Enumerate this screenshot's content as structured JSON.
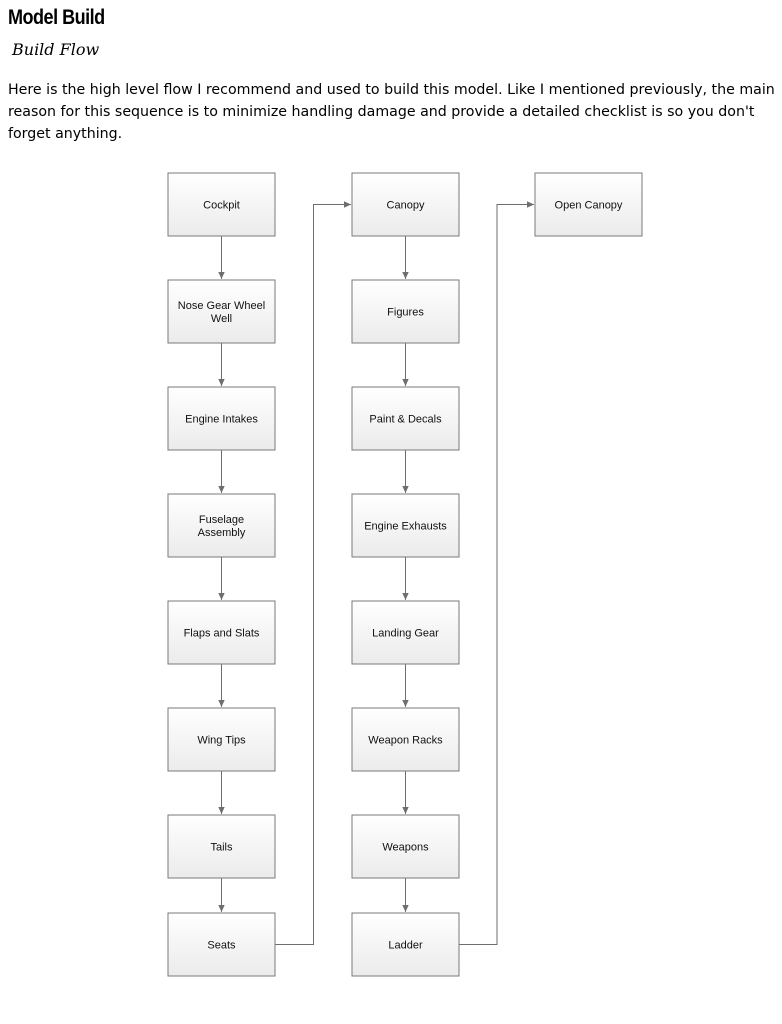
{
  "page": {
    "title": "Model Build",
    "subtitle": "Build Flow",
    "intro": "Here is the high level flow I recommend and used to build this model. Like I mentioned previously, the main reason for this sequence is to minimize handling damage and provide a detailed checklist is so you don't forget anything."
  },
  "diagram": {
    "columns": [
      {
        "steps": [
          {
            "id": "cockpit",
            "lines": [
              "Cockpit"
            ]
          },
          {
            "id": "nose-gear-wheel-well",
            "lines": [
              "Nose Gear Wheel",
              "Well"
            ]
          },
          {
            "id": "engine-intakes",
            "lines": [
              "Engine Intakes"
            ]
          },
          {
            "id": "fuselage-assembly",
            "lines": [
              "Fuselage",
              "Assembly"
            ]
          },
          {
            "id": "flaps-and-slats",
            "lines": [
              "Flaps and Slats"
            ]
          },
          {
            "id": "wing-tips",
            "lines": [
              "Wing Tips"
            ]
          },
          {
            "id": "tails",
            "lines": [
              "Tails"
            ]
          },
          {
            "id": "seats",
            "lines": [
              "Seats"
            ]
          }
        ]
      },
      {
        "steps": [
          {
            "id": "canopy",
            "lines": [
              "Canopy"
            ]
          },
          {
            "id": "figures",
            "lines": [
              "Figures"
            ]
          },
          {
            "id": "paint-decals",
            "lines": [
              "Paint & Decals"
            ]
          },
          {
            "id": "engine-exhausts",
            "lines": [
              "Engine Exhausts"
            ]
          },
          {
            "id": "landing-gear",
            "lines": [
              "Landing Gear"
            ]
          },
          {
            "id": "weapon-racks",
            "lines": [
              "Weapon Racks"
            ]
          },
          {
            "id": "weapons",
            "lines": [
              "Weapons"
            ]
          },
          {
            "id": "ladder",
            "lines": [
              "Ladder"
            ]
          }
        ]
      },
      {
        "steps": [
          {
            "id": "open-canopy",
            "lines": [
              "Open Canopy"
            ]
          }
        ]
      }
    ]
  }
}
